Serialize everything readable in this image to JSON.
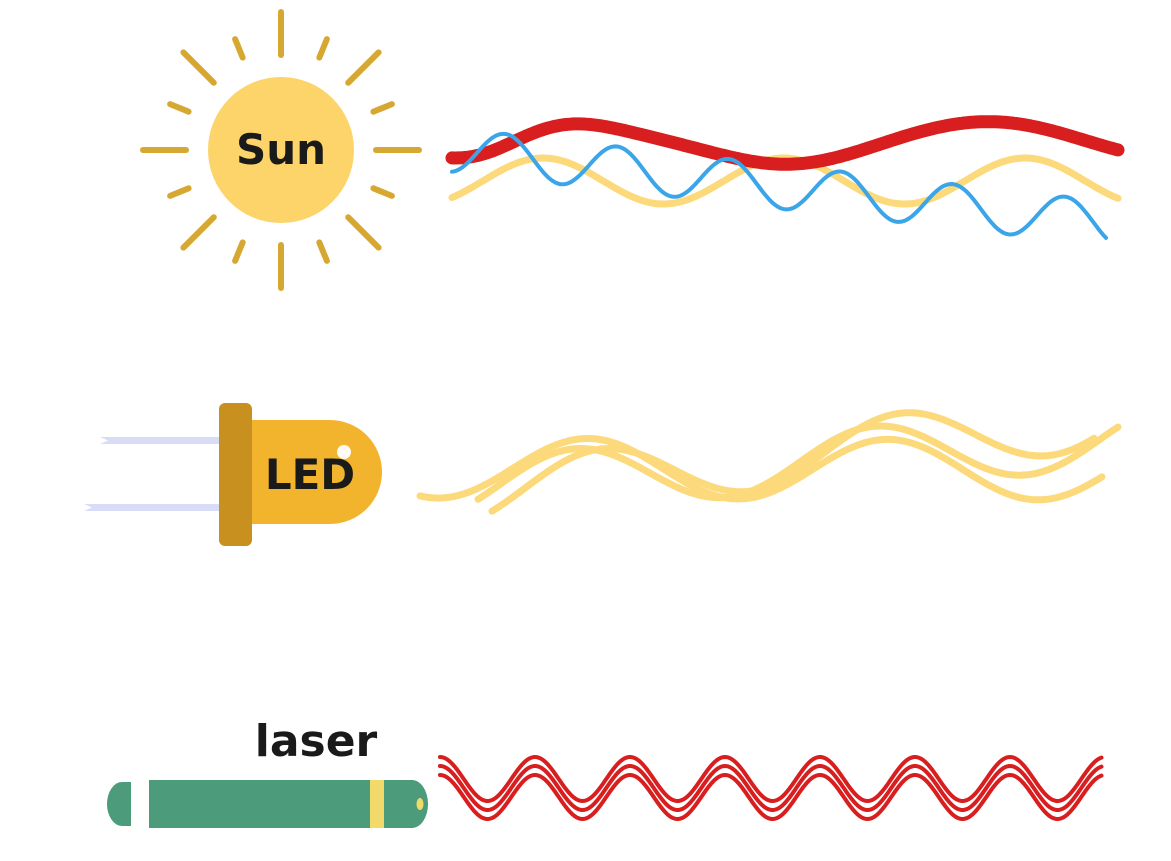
{
  "sources": [
    {
      "id": "sun",
      "label": "Sun",
      "body_color": "#fcd46a",
      "ray_color": "#d6a832",
      "waves": [
        {
          "color": "#d81e1e",
          "kind": "red-broad"
        },
        {
          "color": "#3aa5e8",
          "kind": "blue-fast"
        },
        {
          "color": "#fcd97a",
          "kind": "yellow-mid"
        }
      ]
    },
    {
      "id": "led",
      "label": "LED",
      "body_color": "#f2b32d",
      "rim_color": "#c8901e",
      "lead_color": "#d9dcf6",
      "wave_color": "#fcd97a"
    },
    {
      "id": "laser",
      "label": "laser",
      "body_color": "#4c9b7a",
      "band_color": "#f1da6a",
      "wave_color": "#d81e1e"
    }
  ]
}
